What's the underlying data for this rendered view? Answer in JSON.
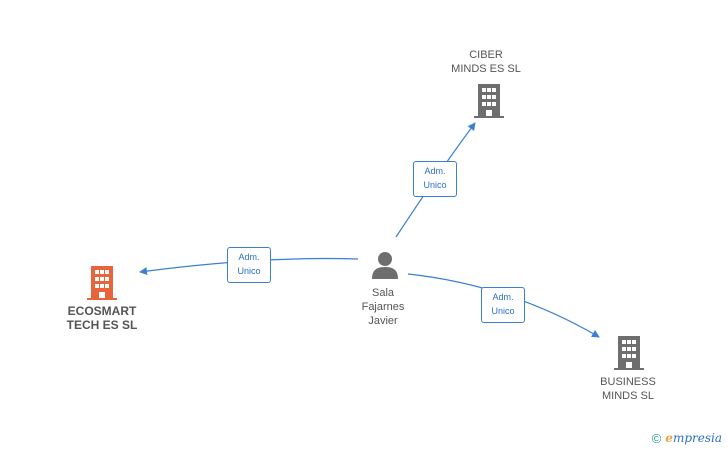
{
  "person": {
    "name": "Sala\nFajarnes\nJavier",
    "icon": "person-icon",
    "color": "#6e6e6e"
  },
  "companies": [
    {
      "id": "ciber",
      "name": "CIBER\nMINDS ES  SL",
      "icon": "building-icon",
      "color": "#6e6e6e",
      "highlight": false
    },
    {
      "id": "ecosmart",
      "name": "ECOSMART\nTECH ES  SL",
      "icon": "building-icon",
      "color": "#e8643a",
      "highlight": true
    },
    {
      "id": "business",
      "name": "BUSINESS\nMINDS  SL",
      "icon": "building-icon",
      "color": "#6e6e6e",
      "highlight": false
    }
  ],
  "edges": [
    {
      "from": "person",
      "to": "ciber",
      "label": "Adm.\nUnico"
    },
    {
      "from": "person",
      "to": "ecosmart",
      "label": "Adm.\nUnico"
    },
    {
      "from": "person",
      "to": "business",
      "label": "Adm.\nUnico"
    }
  ],
  "colors": {
    "edge": "#3a7fd1"
  },
  "footer": {
    "copyright": "©",
    "brand_initial": "e",
    "brand_rest": "mpresia"
  }
}
